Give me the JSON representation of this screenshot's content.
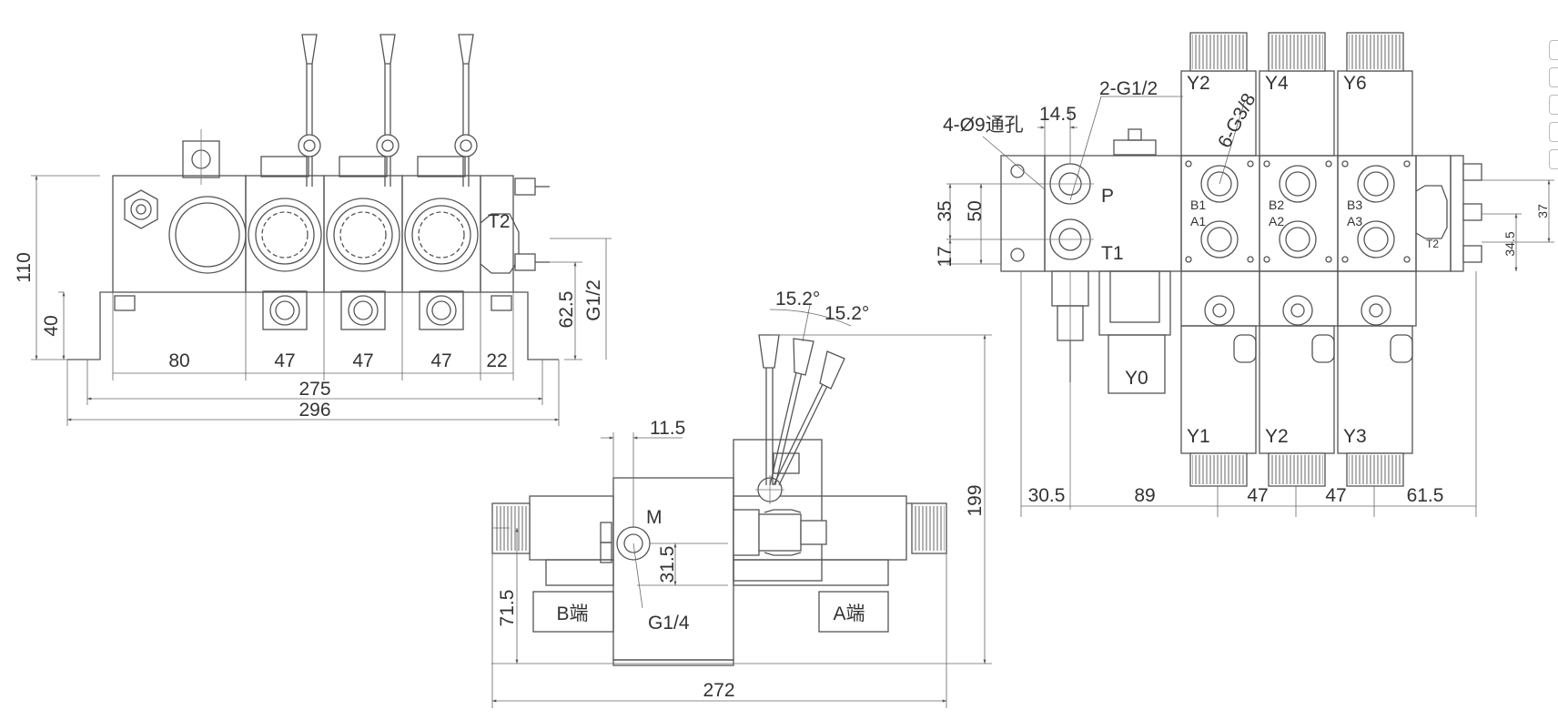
{
  "dims": {
    "d110": "110",
    "d40": "40",
    "d80": "80",
    "d47": "47",
    "d22": "22",
    "d275": "275",
    "d296": "296",
    "d62_5": "62.5",
    "g1_2": "G1/2",
    "t2": "T2",
    "d15_2": "15.2°",
    "d11_5": "11.5",
    "m": "M",
    "d31_5": "31.5",
    "d71_5": "71.5",
    "b_end": "B端",
    "a_end": "A端",
    "g1_4": "G1/4",
    "d199": "199",
    "d272": "272",
    "holes": "4-Ø9通孔",
    "d14_5": "14.5",
    "g1_2x2": "2-G1/2",
    "g3_8x6": "6-G3/8",
    "d35": "35",
    "d50": "50",
    "d17": "17",
    "p": "P",
    "t1": "T1",
    "y2": "Y2",
    "y4": "Y4",
    "y6": "Y6",
    "y0": "Y0",
    "y1": "Y1",
    "y3": "Y3",
    "b1": "B1",
    "a1": "A1",
    "b2": "B2",
    "a2": "A2",
    "b3": "B3",
    "a3": "A3",
    "d37": "37",
    "d34_5": "34.5",
    "d30_5": "30.5",
    "d89": "89",
    "d61_5": "61.5"
  }
}
